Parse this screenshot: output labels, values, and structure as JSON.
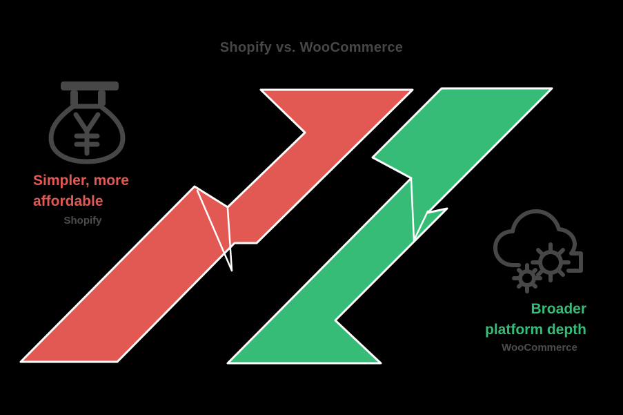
{
  "title": "Shopify vs. WooCommerce",
  "left_callout": {
    "headline_line1": "Simpler, more",
    "headline_line2": "affordable",
    "sublabel": "Shopify",
    "icon": "money-bag-icon"
  },
  "right_callout": {
    "headline_line1": "Broader",
    "headline_line2": "platform depth",
    "sublabel": "WooCommerce",
    "icon": "cloud-gears-icon"
  },
  "colors": {
    "red_arrow": "#E25953",
    "green_arrow": "#37BC78",
    "title_dark": "#474747",
    "sublabel_gray": "#4D4D4D",
    "ribbon_outline": "#FFFFFF",
    "background": "#000000"
  }
}
